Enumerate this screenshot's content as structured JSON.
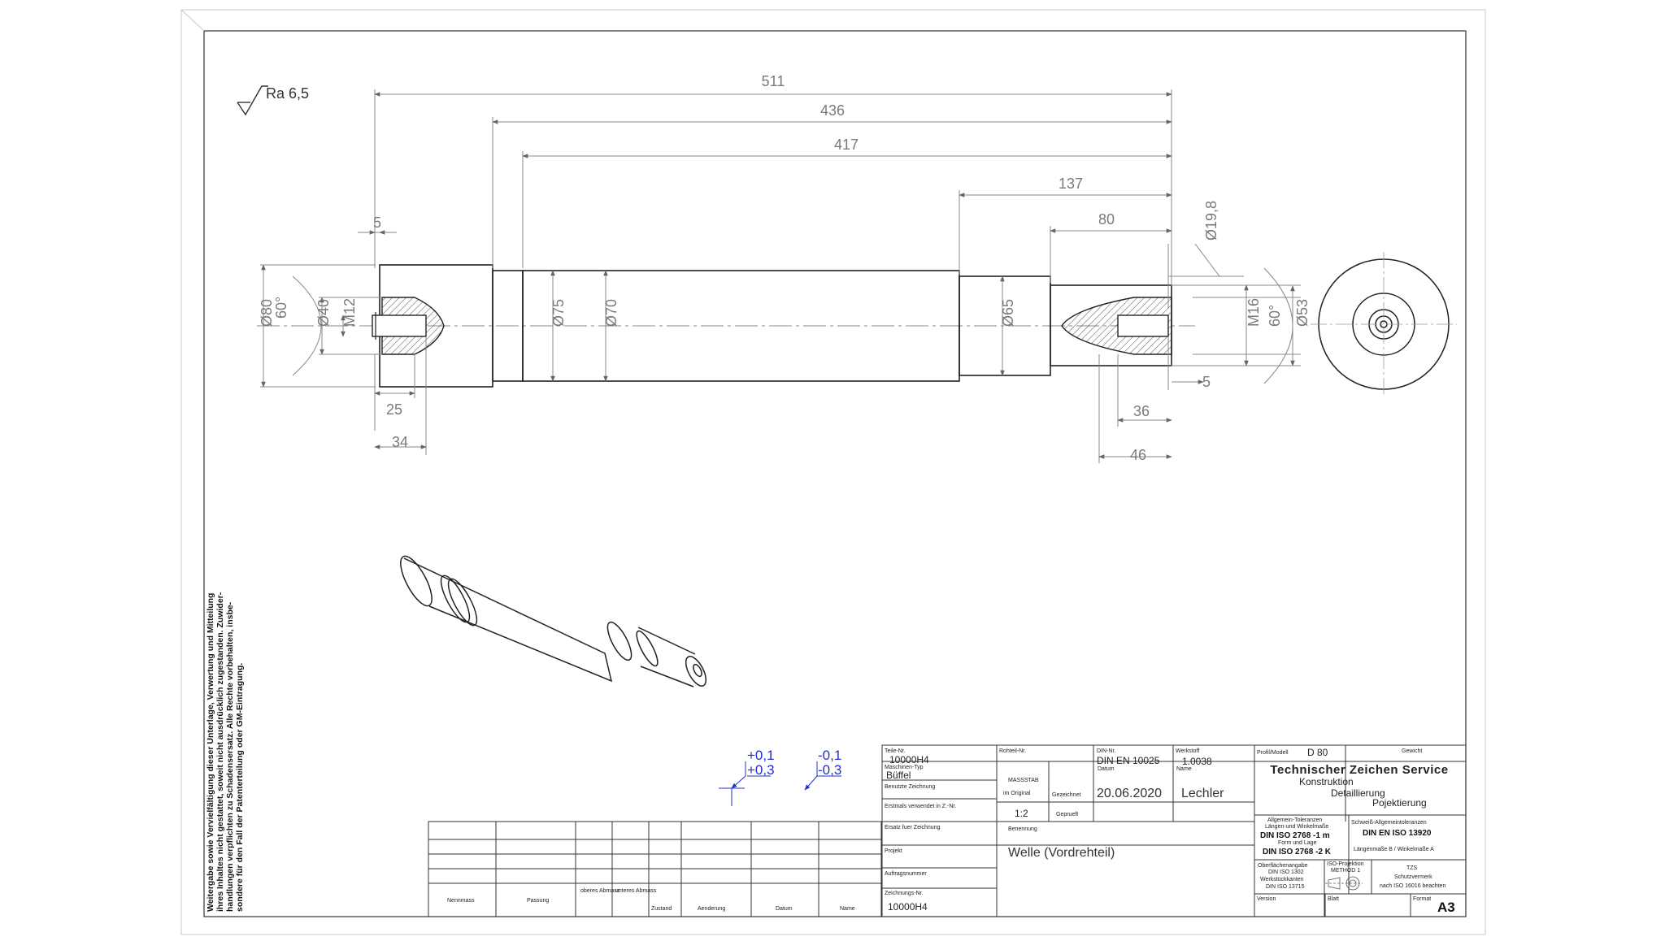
{
  "surface_finish": "Ra 6,5",
  "dimensions": {
    "overall_511": "511",
    "len_436": "436",
    "len_417": "417",
    "len_137": "137",
    "len_80": "80",
    "left_5": "5",
    "right_5": "5",
    "dia_80": "Ø80",
    "angle_left": "60°",
    "dia_40": "Ø40",
    "thread_left": "M12",
    "dia_75": "Ø75",
    "dia_70": "Ø70",
    "dia_65": "Ø65",
    "dia_19_8": "Ø19,8",
    "thread_right": "M16",
    "angle_right": "60°",
    "dia_53": "Ø53",
    "bore_25": "25",
    "depth_34": "34",
    "depth_36": "36",
    "depth_46": "46"
  },
  "tolerance_symbols": {
    "upper_plus": "+0,1",
    "lower_plus": "+0,3",
    "upper_minus": "-0,1",
    "lower_minus": "-0,3"
  },
  "copyright_notice": [
    "Weitergabe sowie Vervielfältigung dieser Unterlage, Verwertung und Mitteilung",
    "ihres Inhaltes nicht gestattet, soweit nicht ausdrücklich zugestanden. Zuwider-",
    "handlungen verpflichten zu Schadensersatz. Alle Rechte vorbehalten, insbe-",
    "sondere für den Fall der Patenterteilung oder GM-Eintragung."
  ],
  "revision_table": {
    "headers": [
      "Nennmass",
      "Passung",
      "oberes Abmass",
      "unteres Abmass",
      "Zustand",
      "Aenderung",
      "Datum",
      "Name"
    ]
  },
  "title_block": {
    "teile_nr_label": "Teile-Nr.",
    "teile_nr": "10000H4",
    "rohteil_label": "Rohteil-Nr.",
    "din_nr_label": "DIN-Nr.",
    "din_nr": "DIN EN 10025",
    "werkstoff_label": "Werkstoff",
    "werkstoff": "1.0038",
    "profil_label": "Profil/Modell",
    "profil": "D 80",
    "gewicht_label": "Gewicht",
    "maschinen_typ_label": "Maschinen-Typ",
    "maschinen_typ": "Büffel",
    "benutzte_zeichnung_label": "Benutzte Zeichnung",
    "erstmals_label": "Erstmals verwendet in Z.-Nr.",
    "ersatz_label": "Ersatz fuer Zeichnung",
    "projekt_label": "Projekt",
    "auftrag_label": "Auftragsnummer",
    "zeichnung_nr_label": "Zeichnungs-Nr.",
    "zeichnung_nr": "10000H4",
    "massstab_label": "MASSSTAB",
    "im_original_label": "im Original",
    "massstab": "1:2",
    "datum_label": "Datum",
    "name_label": "Name",
    "gezeichnet_label": "Gezeichnet",
    "gezeichnet_datum": "20.06.2020",
    "gezeichnet_name": "Lechler",
    "geprueft_label": "Geprueft",
    "benennung_label": "Benennung",
    "benennung": "Welle (Vordrehteil)",
    "company": "Technischer Zeichen Service",
    "company_lines": [
      "Konstruktion",
      "Detaillierung",
      "Pojektierung"
    ],
    "allg_tol_label": "Allgemein-Toleranzen",
    "laengen_label": "Längen-und Winkelmaße",
    "allg_tol_1": "DIN ISO 2768 -1 m",
    "form_lage_label": "Form und Lage",
    "allg_tol_2": "DIN ISO 2768 -2 K",
    "schweiss_label": "Schweiß-Allgemeintoleranzen",
    "schweiss_norm": "DIN EN ISO 13920",
    "schweiss_class": "Längenmaße B / Winkelmaße A",
    "oberflaeche_label": "Oberflächenangabe",
    "oberflaeche_norm": "DIN ISO 1302",
    "werkstueckkanten_label": "Werkstückkanten",
    "werkstueck_norm": "DIN ISO 13715",
    "iso_proj_label": "ISO-Projektion",
    "iso_method": "METHOD 1",
    "tzs_label": "TZS",
    "schutzvermerk": "Schutzvermerk",
    "schutz_norm": "nach ISO 16016 beachten",
    "version_label": "Version",
    "blatt_label": "Blatt",
    "format_label": "Format",
    "format": "A3"
  }
}
